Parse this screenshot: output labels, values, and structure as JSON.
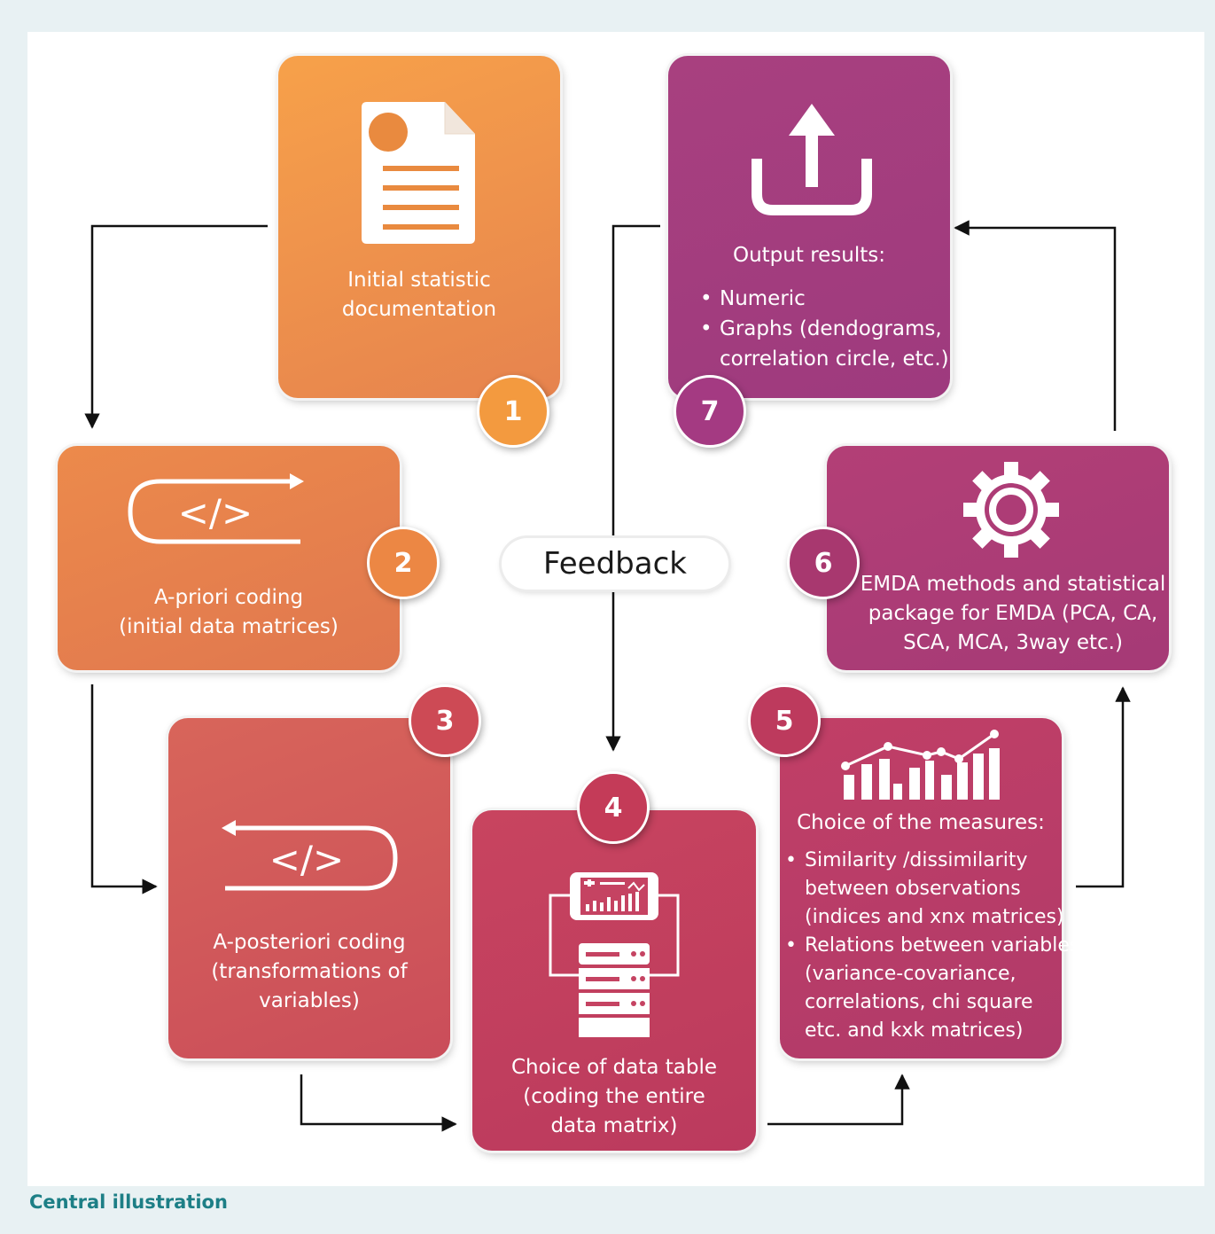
{
  "steps": [
    {
      "number": "1",
      "lines": [
        "Initial statistic",
        "documentation"
      ],
      "icon": "document-icon",
      "color": "#f0913f"
    },
    {
      "number": "2",
      "lines": [
        "A-priori coding",
        "(initial data matrices)"
      ],
      "icon": "code-forward-icon",
      "color": "#e97f4c"
    },
    {
      "number": "3",
      "lines": [
        "A-posteriori coding",
        "(transformations of",
        "variables)"
      ],
      "icon": "code-backward-icon",
      "color": "#d55a55"
    },
    {
      "number": "4",
      "lines": [
        "Choice of data table",
        "(coding the entire",
        "data matrix)"
      ],
      "icon": "server-phone-icon",
      "color": "#c54062"
    },
    {
      "number": "5",
      "heading": "Choice of the measures:",
      "bullets": [
        [
          "Similarity /dissimilarity",
          "between observations",
          "(indices and xnx matrices)"
        ],
        [
          "Relations between variables",
          "(variance-covariance,",
          "correlations, chi square",
          "etc. and kxk matrices)"
        ]
      ],
      "icon": "bar-line-chart-icon",
      "color": "#b6396a"
    },
    {
      "number": "6",
      "lines": [
        "EMDA methods and statistical",
        "package for EMDA (PCA, CA,",
        "SCA, MCA, 3way etc.)"
      ],
      "icon": "gear-icon",
      "color": "#ab3a74"
    },
    {
      "number": "7",
      "heading": "Output results:",
      "bullets": [
        [
          "Numeric"
        ],
        [
          "Graphs (dendograms,",
          "correlation circle, etc.)"
        ]
      ],
      "icon": "upload-icon",
      "color": "#a33c7f"
    }
  ],
  "feedback_label": "Feedback",
  "caption": "Central illustration",
  "colors": {
    "background": "#e8f1f3",
    "caption": "#1d7f86",
    "arrow": "#111111"
  }
}
